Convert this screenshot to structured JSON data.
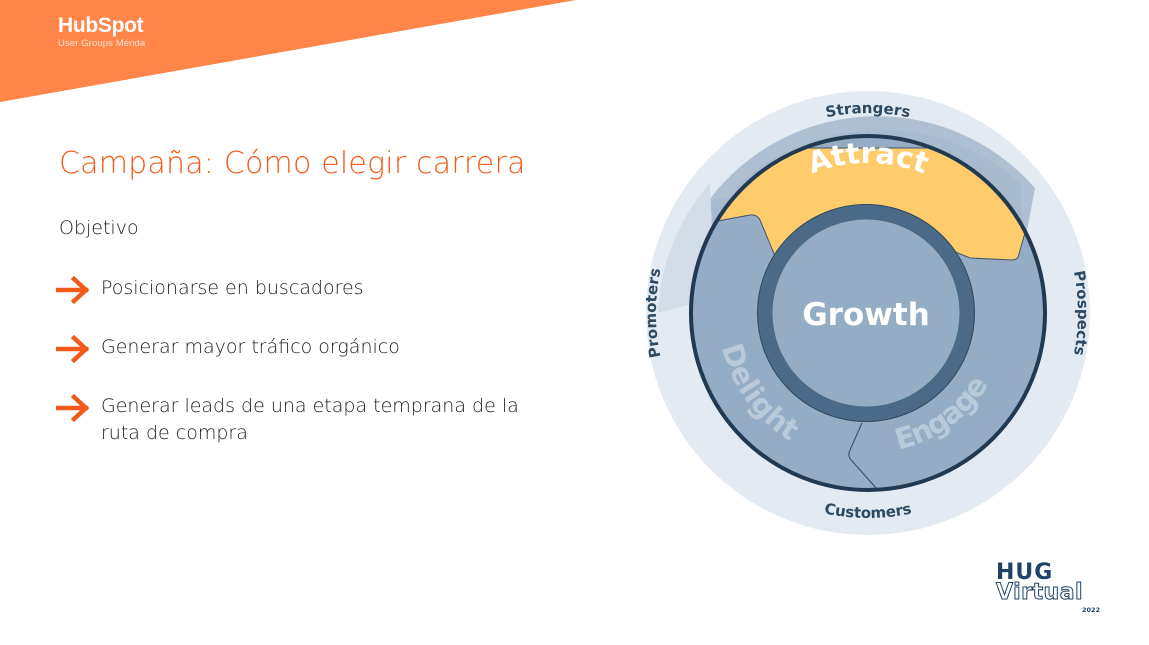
{
  "header": {
    "brand": "HubSpot",
    "brand_sub": "User Groups Mérida",
    "banner_color": "#ff8549"
  },
  "slide": {
    "title": "Campaña: Cómo elegir carrera",
    "subtitle": "Objetivo",
    "accent_color": "#f25a1a",
    "bullets": [
      {
        "icon": "arrow-right-icon",
        "text": "Posicionarse en buscadores"
      },
      {
        "icon": "arrow-right-icon",
        "text": "Generar mayor tráfico orgánico"
      },
      {
        "icon": "arrow-right-icon",
        "text": "Generar leads de una etapa temprana de la ruta de compra"
      }
    ]
  },
  "flywheel": {
    "center": "Growth",
    "stages": [
      "Attract",
      "Engage",
      "Delight"
    ],
    "outer_labels": [
      "Strangers",
      "Prospects",
      "Customers",
      "Promoters"
    ],
    "colors": {
      "outer_ring": "#dfe6ee",
      "outer_ring_dark": "#a7bace",
      "wheel": "#94adc4",
      "attract": "#ffcc6b",
      "ring": "#4a6a87",
      "border": "#213a52",
      "label_text": "#2d4a63"
    }
  },
  "footer_logo": {
    "line1": "HUG",
    "line2": "Virtual",
    "year": "2022"
  }
}
